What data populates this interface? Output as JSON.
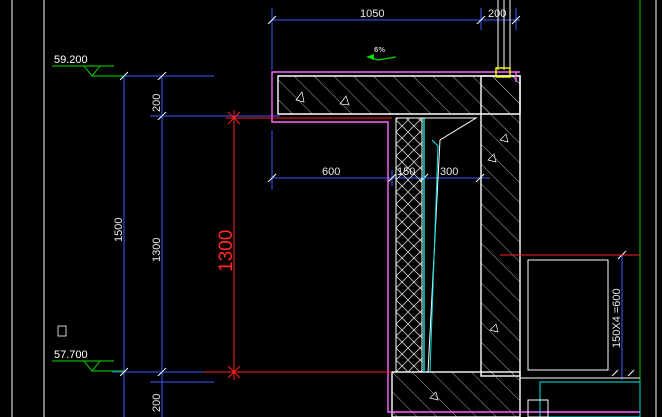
{
  "levels": {
    "top": "59.200",
    "bottom": "57.700"
  },
  "dimensions": {
    "top_1050": "1050",
    "top_200": "200",
    "mid_600": "600",
    "mid_150": "150",
    "mid_300": "300",
    "left_200_top": "200",
    "left_1300": "1300",
    "left_200_bottom": "200",
    "left_1500": "1500",
    "red_1300": "1300",
    "right_stack": "150X4 =600"
  },
  "slope": "6%",
  "colors": {
    "background": "#000000",
    "dim_line": "#3a5cff",
    "concrete": "#ffffff",
    "finish": "#ff66ff",
    "insulation": "#00e5e5",
    "level_mark": "#00e000",
    "red_dim": "#ff2020",
    "yellow": "#ffff00"
  }
}
